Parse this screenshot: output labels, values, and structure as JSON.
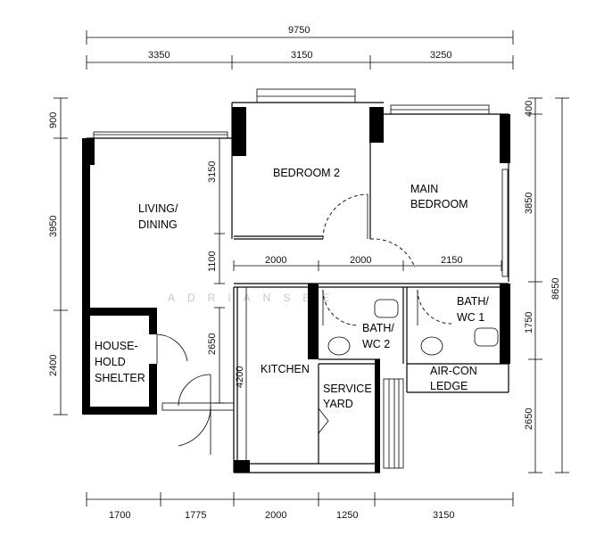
{
  "watermark": "ADRIANSEE",
  "dimensions": {
    "overall_width": "9750",
    "top": [
      "3350",
      "3150",
      "3250"
    ],
    "bottom": [
      "1700",
      "1775",
      "2000",
      "1250",
      "3150"
    ],
    "left_outer": [
      "900",
      "3950",
      "2400"
    ],
    "right_inner": [
      "400",
      "3850",
      "1750",
      "2650"
    ],
    "right_outer": "8650",
    "interior_vertical": [
      "3150",
      "1100",
      "2650",
      "4200"
    ],
    "interior_horizontal": [
      "2000",
      "2000",
      "2150"
    ]
  },
  "rooms": {
    "bedroom2": "BEDROOM 2",
    "main_bedroom": [
      "MAIN",
      "BEDROOM"
    ],
    "living_dining": [
      "LIVING/",
      "DINING"
    ],
    "household_shelter": [
      "HOUSE-",
      "HOLD",
      "SHELTER"
    ],
    "kitchen": "KITCHEN",
    "service_yard": [
      "SERVICE",
      "YARD"
    ],
    "bath_wc2": [
      "BATH/",
      "WC 2"
    ],
    "bath_wc1": [
      "BATH/",
      "WC  1"
    ],
    "aircon_ledge": [
      "AIR-CON",
      "LEDGE"
    ]
  }
}
